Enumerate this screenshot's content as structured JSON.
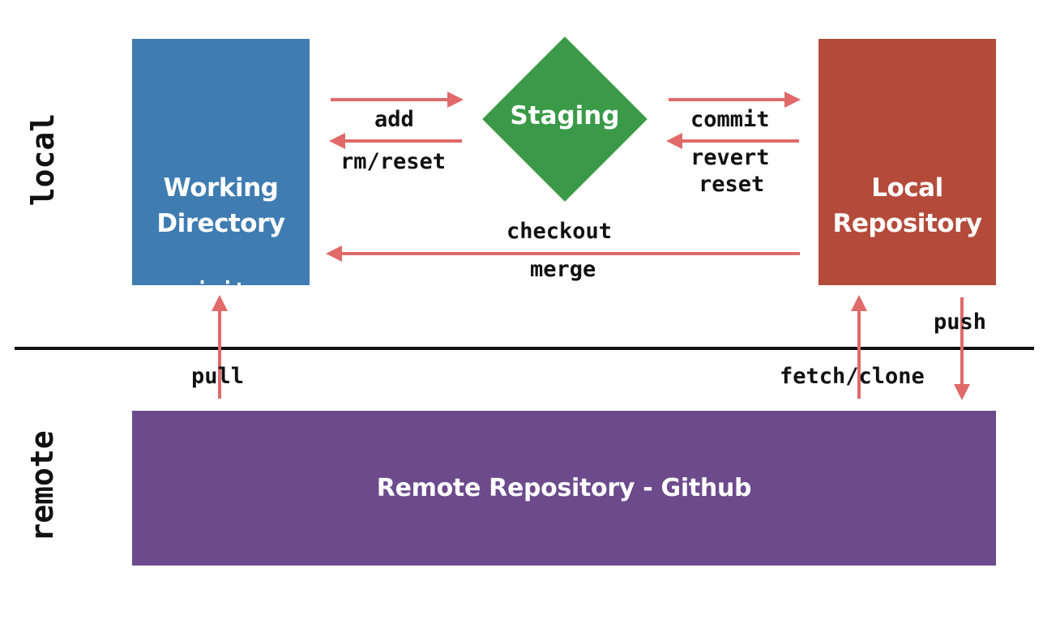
{
  "sides": {
    "local": "local",
    "remote": "remote"
  },
  "working_directory": {
    "line1": "Working",
    "line2": "Directory",
    "init": "init"
  },
  "staging": {
    "label": "Staging"
  },
  "local_repository": {
    "line1": "Local",
    "line2": "Repository"
  },
  "remote_repository": {
    "label": "Remote Repository - Github"
  },
  "commands": {
    "add": "add",
    "rm_reset": "rm/reset",
    "commit": "commit",
    "revert": "revert",
    "reset": "reset",
    "checkout": "checkout",
    "merge": "merge",
    "pull": "pull",
    "fetch_clone": "fetch/clone",
    "push": "push"
  },
  "colors": {
    "working_directory": "#3f7cb1",
    "staging": "#3a9a47",
    "local_repository": "#b44b3a",
    "remote_repository": "#6c4a8c",
    "arrow": "#e06a6a",
    "divider": "#111111"
  }
}
